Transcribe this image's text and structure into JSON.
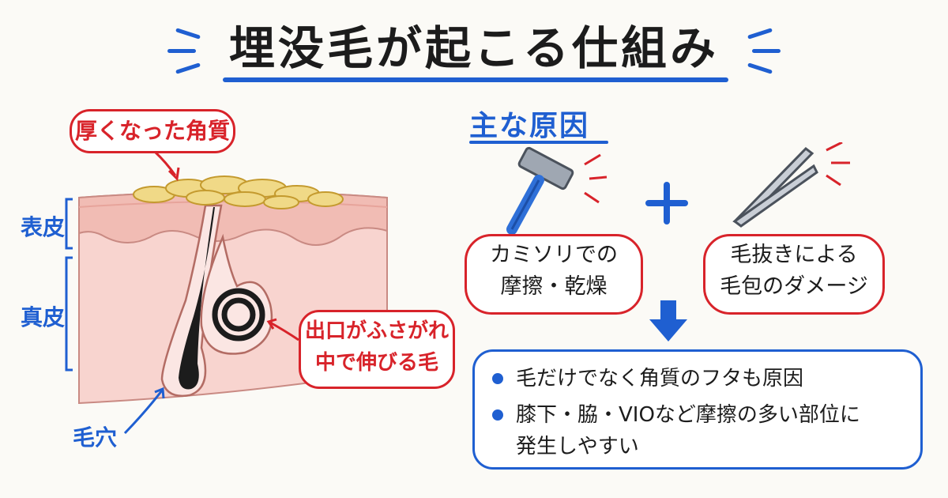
{
  "title": "埋没毛が起こる仕組み",
  "labels": {
    "thick_keratin": "厚くなった角質",
    "epidermis": "表皮",
    "dermis": "真皮",
    "pore": "毛穴",
    "blocked_line1": "出口がふさがれ",
    "blocked_line2": "中で伸びる毛"
  },
  "causes": {
    "heading": "主な原因",
    "plus": "+",
    "razor_line1": "カミソリでの",
    "razor_line2": "摩擦・乾燥",
    "tweezers_line1": "毛抜きによる",
    "tweezers_line2": "毛包のダメージ"
  },
  "summary": {
    "bullet1": "毛だけでなく角質のフタも原因",
    "bullet2_line1": "膝下・脇・VIOなど摩擦の多い部位に",
    "bullet2_line2": "発生しやすい"
  },
  "colors": {
    "accent_blue": "#1f5fd1",
    "accent_red": "#d8232a",
    "skin": "#f3c7c2",
    "keratin": "#f0d987"
  },
  "icons": [
    "razor-icon",
    "tweezers-icon",
    "down-arrow-icon"
  ]
}
